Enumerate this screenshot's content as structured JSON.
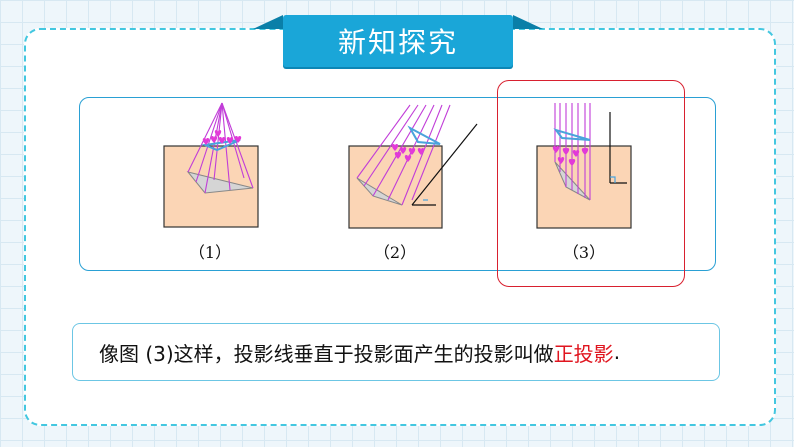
{
  "title": "新知探究",
  "figures": [
    {
      "label": "（1）"
    },
    {
      "label": "（2）"
    },
    {
      "label": "（3）"
    }
  ],
  "statement": {
    "prefix": "像图 (3)这样，投影线垂直于投影面产生的投影叫做",
    "emphasis": "正投影",
    "suffix": "."
  },
  "colors": {
    "banner": "#1aa6d8",
    "border_dashed": "#43c7e0",
    "square_fill": "#fbd5b5",
    "square_stroke": "#333333",
    "projection_lines": "#c13dd8",
    "triangle": "#4aa3dc",
    "highlight": "#d8202f",
    "emphasis": "#e0151f"
  }
}
